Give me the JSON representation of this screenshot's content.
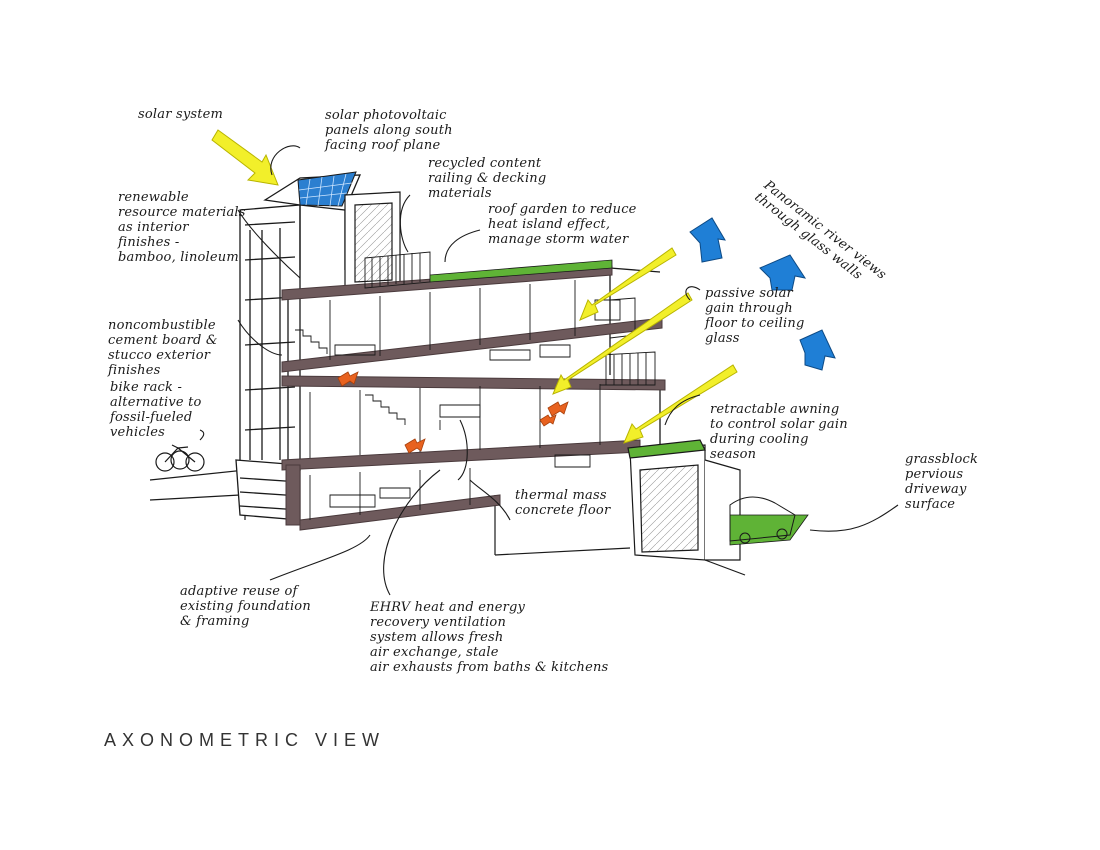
{
  "title": "AXONOMETRIC VIEW",
  "annotations": {
    "solar_system": "solar system",
    "pv_panels": "solar photovoltaic\npanels along south\nfacing roof plane",
    "recycled_railing": "recycled content\nrailing & decking\nmaterials",
    "renewable_materials": "renewable\nresource materials\nas interior\nfinishes -\nbamboo, linoleum",
    "roof_garden": "roof garden to reduce\nheat island effect,\nmanage storm water",
    "river_views": "Panoramic river views\nthrough glass walls",
    "noncombustible": "noncombustible\ncement board &\nstucco exterior\nfinishes",
    "passive_solar": "passive solar\ngain through\nfloor to ceiling\nglass",
    "bike_rack": "bike rack -\nalternative to\nfossil-fueled\nvehicles",
    "awning": "retractable awning\nto control solar gain\nduring cooling\nseason",
    "grassblock": "grassblock\npervious\ndriveway\nsurface",
    "thermal_mass": "thermal mass\nconcrete floor",
    "adaptive_reuse": "adaptive reuse of\nexisting foundation\n& framing",
    "ehrv": "EHRV heat and energy\nrecovery ventilation\nsystem allows fresh\nair exchange, stale\nair exhausts from baths & kitchens"
  },
  "colors": {
    "ink": "#1a1a1a",
    "slab": "#6e5a5c",
    "slab_dark": "#4a3a3c",
    "sun_arrow": "#f2ef2a",
    "sun_arrow_edge": "#b8b400",
    "air_arrow": "#1f7fd6",
    "heat_arrow": "#e8621f",
    "green_roof": "#5fb336",
    "solar_panel": "#2b7fd0"
  },
  "icons": {
    "sun_arrow": "sun-ray-arrow-icon",
    "air_arrow": "air-flow-arrow-icon",
    "heat_arrow": "heat-arrow-icon",
    "bicycle": "bicycle-icon"
  }
}
